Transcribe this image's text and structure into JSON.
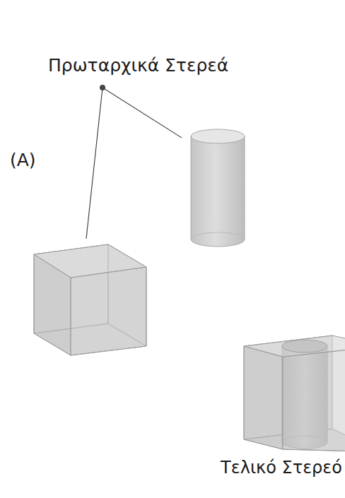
{
  "diagram": {
    "labels": [
      "Πρωταρχικά Στερεά",
      "(A)",
      "Τελικό Στερεό"
    ]
  }
}
